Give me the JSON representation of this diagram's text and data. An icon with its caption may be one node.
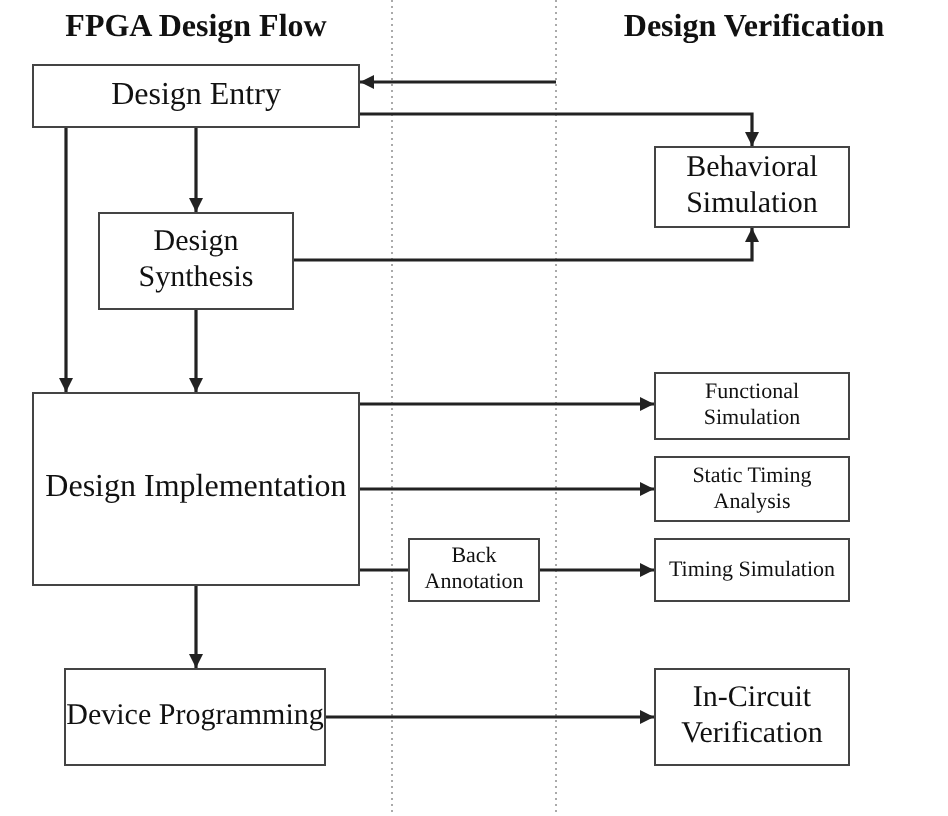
{
  "diagram": {
    "nodes": [
      {
        "text": [
          "Design Entry"
        ]
      },
      {
        "text": [
          "Behavioral Simulation"
        ]
      },
      {
        "text": [
          "Design Synthesis"
        ]
      },
      {
        "text": [
          "Design Implementation"
        ]
      },
      {
        "text": [
          "Functional Simulation"
        ]
      },
      {
        "text": [
          "Static Timing Analysis"
        ]
      },
      {
        "text": [
          "Back Annotation"
        ]
      },
      {
        "text": [
          "Timing Simulation"
        ]
      },
      {
        "text": [
          "Device Programming"
        ]
      },
      {
        "text": [
          "In-Circuit Verification"
        ]
      }
    ],
    "edges": [
      {
        "from": null,
        "to": 0,
        "arrow": "to"
      },
      {
        "from": 0,
        "to": 1,
        "arrow": "to"
      },
      {
        "from": 0,
        "to": 2,
        "arrow": "to"
      },
      {
        "from": 0,
        "to": 3,
        "arrow": "to"
      },
      {
        "from": 2,
        "to": 1,
        "arrow": "to"
      },
      {
        "from": 2,
        "to": 3,
        "arrow": "to"
      },
      {
        "from": 3,
        "to": 4,
        "arrow": "to"
      },
      {
        "from": 3,
        "to": 5,
        "arrow": "to"
      },
      {
        "from": 3,
        "to": 6,
        "arrow": "none"
      },
      {
        "from": 6,
        "to": 7,
        "arrow": "to"
      },
      {
        "from": 3,
        "to": 8,
        "arrow": "to"
      },
      {
        "from": 8,
        "to": 9,
        "arrow": "to"
      }
    ],
    "labels": [
      "FPGA Design Flow",
      "Design Verification"
    ]
  }
}
